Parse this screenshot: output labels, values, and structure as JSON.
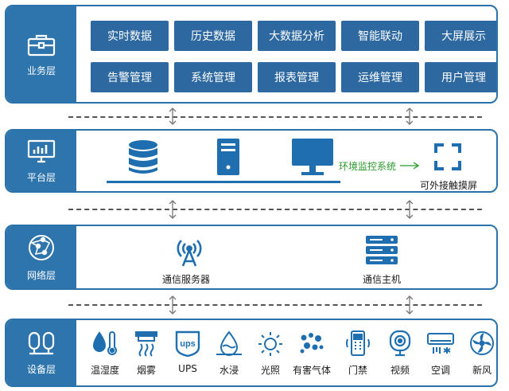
{
  "layers": {
    "business": {
      "label": "业务层",
      "icon": "briefcase-icon",
      "buttons": [
        "实时数据",
        "历史数据",
        "大数据分析",
        "智能联动",
        "大屏展示",
        "告警管理",
        "系统管理",
        "报表管理",
        "运维管理",
        "用户管理"
      ]
    },
    "platform": {
      "label": "平台层",
      "icon": "monitor-chart-icon",
      "env_system_label": "环境监控系统",
      "touch_screen_label": "可外接触摸屏"
    },
    "network": {
      "label": "网络层",
      "icon": "globe-network-icon",
      "comm_server_label": "通信服务器",
      "comm_host_label": "通信主机"
    },
    "device": {
      "label": "设备层",
      "icon": "sensor-icon",
      "devices": [
        {
          "name": "温湿度",
          "icon": "temperature-humidity-icon"
        },
        {
          "name": "烟雾",
          "icon": "smoke-detector-icon"
        },
        {
          "name": "UPS",
          "icon": "ups-icon"
        },
        {
          "name": "水浸",
          "icon": "water-leak-icon"
        },
        {
          "name": "光照",
          "icon": "light-icon"
        },
        {
          "name": "有害气体",
          "icon": "harmful-gas-icon"
        },
        {
          "name": "门禁",
          "icon": "access-control-icon"
        },
        {
          "name": "视频",
          "icon": "camera-icon"
        },
        {
          "name": "空调",
          "icon": "air-conditioner-icon"
        },
        {
          "name": "新风",
          "icon": "fresh-air-fan-icon"
        }
      ]
    }
  },
  "colors": {
    "primary": "#2e74ad",
    "button": "#2d69a0",
    "green_text": "#2a9a2a",
    "icon": "#1f6fb0"
  }
}
